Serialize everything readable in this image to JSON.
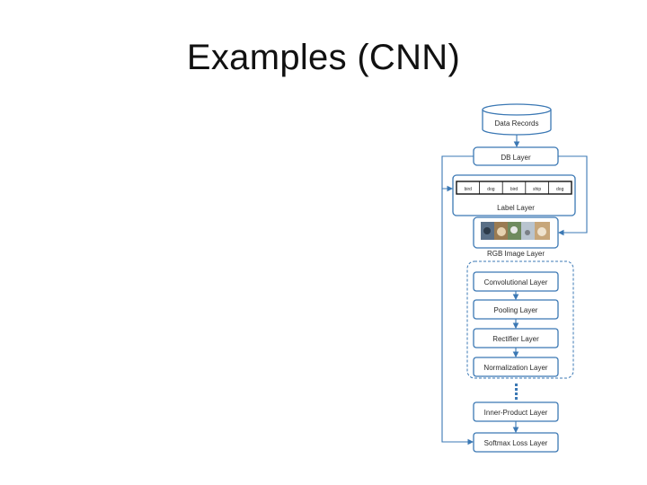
{
  "slide": {
    "title": "Examples (CNN)"
  },
  "diagram": {
    "data_records": "Data Records",
    "db_layer": "DB Layer",
    "labels": [
      "bird",
      "dog",
      "bird",
      "ship",
      "dog"
    ],
    "label_layer": "Label Layer",
    "rgb_layer": "RGB Image Layer",
    "conv_layer": "Convolutional Layer",
    "pool_layer": "Pooling Layer",
    "rect_layer": "Rectifier Layer",
    "norm_layer": "Normalization Layer",
    "inner_layer": "Inner-Product Layer",
    "softmax_layer": "Softmax Loss Layer"
  }
}
